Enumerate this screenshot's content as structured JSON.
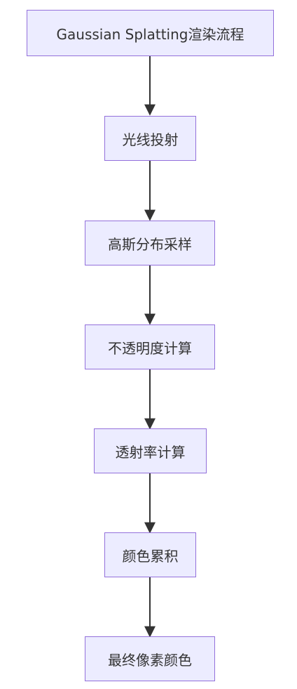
{
  "flowchart": {
    "nodes": [
      {
        "id": "start",
        "label": "Gaussian Splatting渲染流程"
      },
      {
        "id": "raycast",
        "label": "光线投射"
      },
      {
        "id": "sample",
        "label": "高斯分布采样"
      },
      {
        "id": "opacity",
        "label": "不透明度计算"
      },
      {
        "id": "transmittance",
        "label": "透射率计算"
      },
      {
        "id": "accumulate",
        "label": "颜色累积"
      },
      {
        "id": "final",
        "label": "最终像素颜色"
      }
    ],
    "edges": [
      {
        "from": "start",
        "to": "raycast"
      },
      {
        "from": "raycast",
        "to": "sample"
      },
      {
        "from": "sample",
        "to": "opacity"
      },
      {
        "from": "opacity",
        "to": "transmittance"
      },
      {
        "from": "transmittance",
        "to": "accumulate"
      },
      {
        "from": "accumulate",
        "to": "final"
      }
    ]
  }
}
